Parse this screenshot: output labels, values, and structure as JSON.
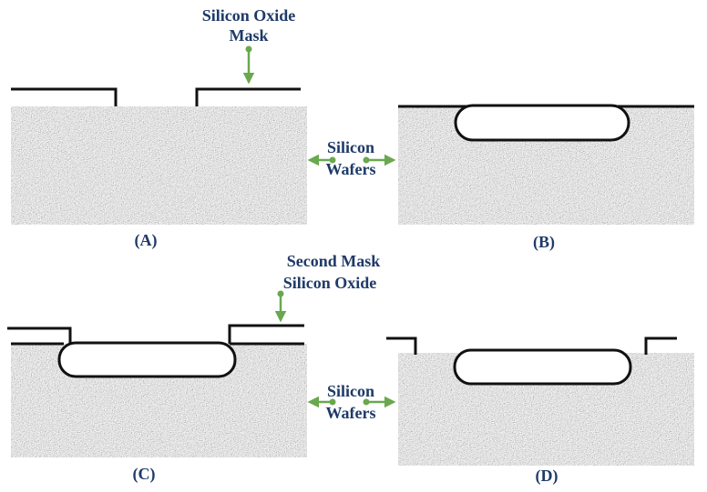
{
  "colors": {
    "label_text": "#1f3a68",
    "arrow": "#6aa84f",
    "outline": "#111111",
    "wafer_base": "#8c8c8c"
  },
  "labels": {
    "mask_top_line1": "Silicon Oxide",
    "mask_top_line2": "Mask",
    "wafers_top_line1": "Silicon",
    "wafers_top_line2": "Wafers",
    "second_mask_line1": "Second Mask",
    "second_mask_line2": "Silicon Oxide",
    "wafers_bottom_line1": "Silicon",
    "wafers_bottom_line2": "Wafers"
  },
  "panels": {
    "a": "(A)",
    "b": "(B)",
    "c": "(C)",
    "d": "(D)"
  }
}
